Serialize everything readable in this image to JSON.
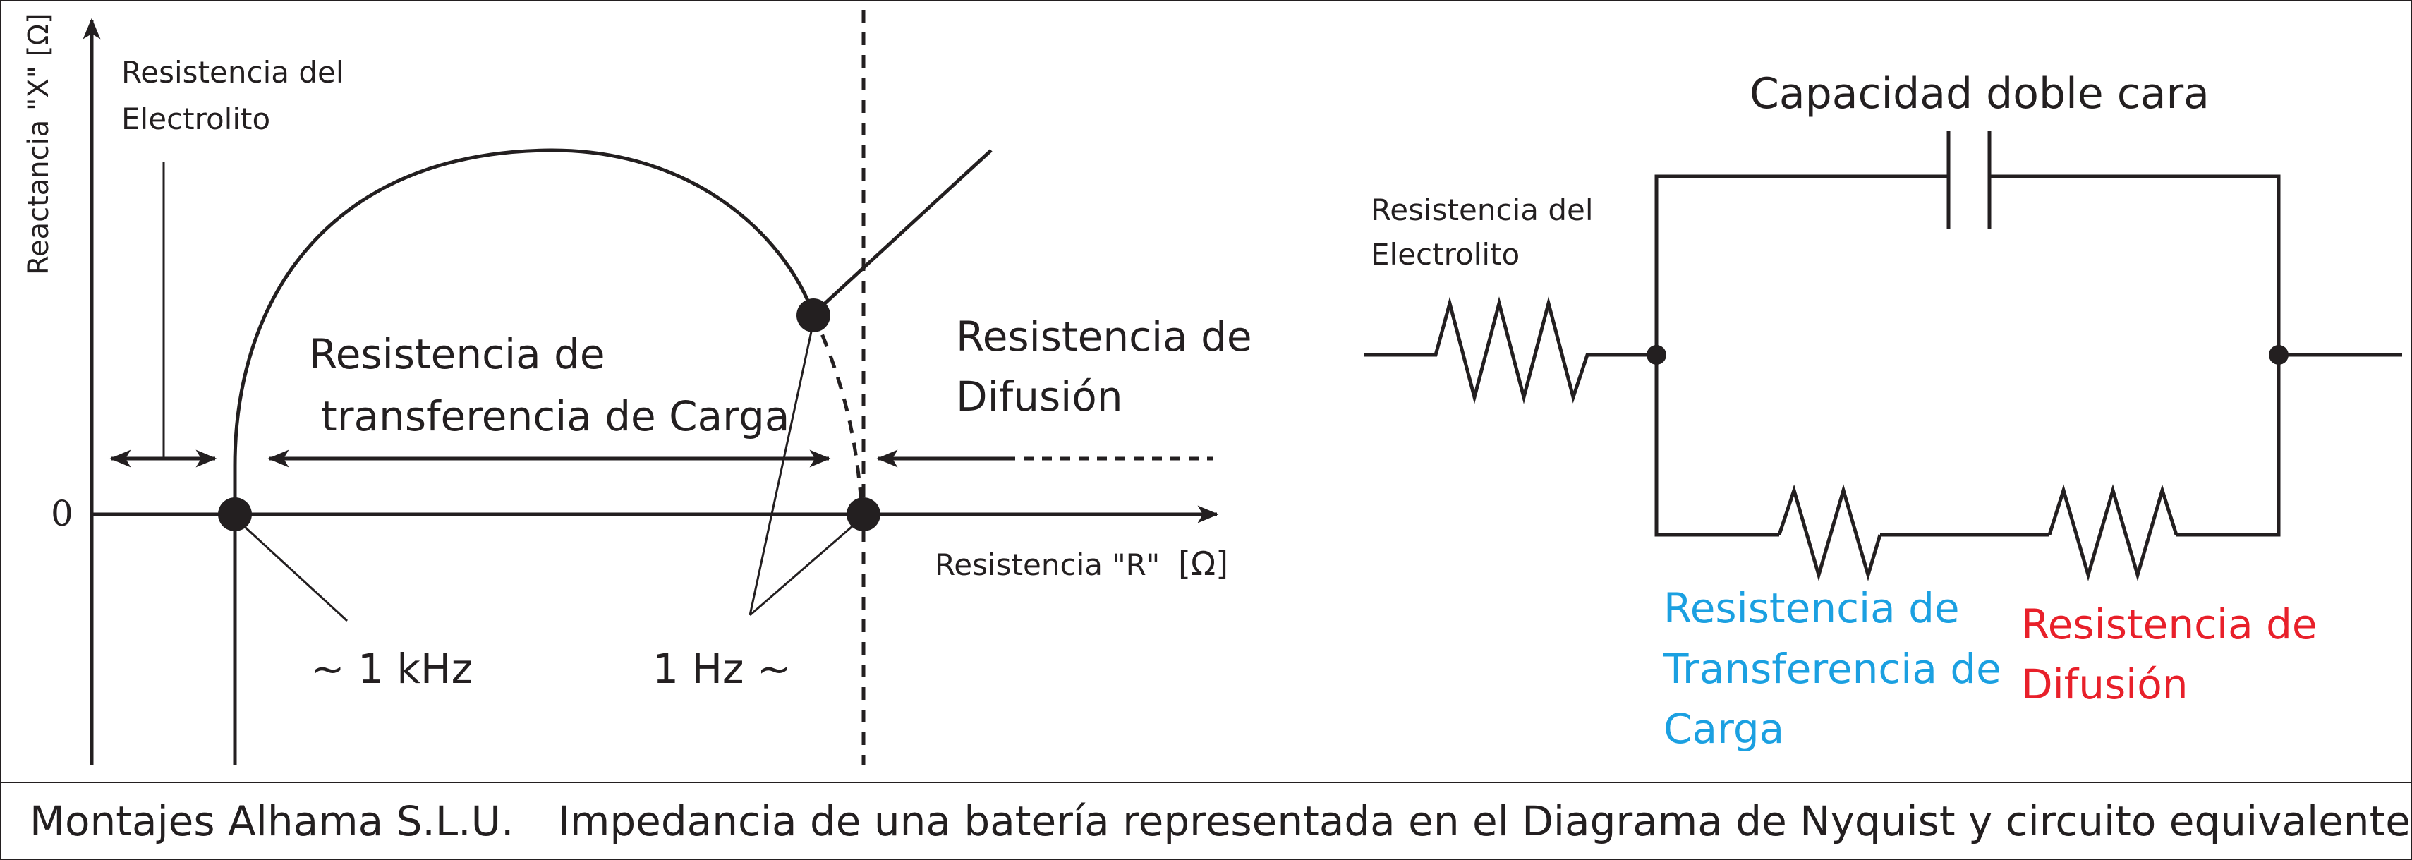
{
  "nyquist": {
    "y_axis_label": "Reactancia \"X\" [Ω]",
    "zero_label": "0",
    "x_axis_label": "Resistencia \"R\"",
    "x_axis_unit": "[Ω]",
    "electrolyte_label_line1": "Resistencia del",
    "electrolyte_label_line2": "Electrolito",
    "charge_transfer_line1": "Resistencia de",
    "charge_transfer_line2": "transferencia de Carga",
    "diffusion_line1": "Resistencia de",
    "diffusion_line2": "Difusión",
    "freq_high": "~ 1 kHz",
    "freq_low": "1 Hz ~"
  },
  "circuit": {
    "capacitor_label": "Capacidad doble cara",
    "electrolyte_label_line1": "Resistencia del",
    "electrolyte_label_line2": "Electrolito",
    "charge_transfer_line1": "Resistencia de",
    "charge_transfer_line2": "Transferencia de",
    "charge_transfer_line3": "Carga",
    "diffusion_line1": "Resistencia de",
    "diffusion_line2": "Difusión",
    "charge_transfer_color": "#1ba0e1",
    "diffusion_color": "#e8202a"
  },
  "footer": {
    "company": "Montajes Alhama S.L.U.",
    "caption": "Impedancia de una batería representada en el Diagrama de Nyquist y circuito equivalente"
  }
}
